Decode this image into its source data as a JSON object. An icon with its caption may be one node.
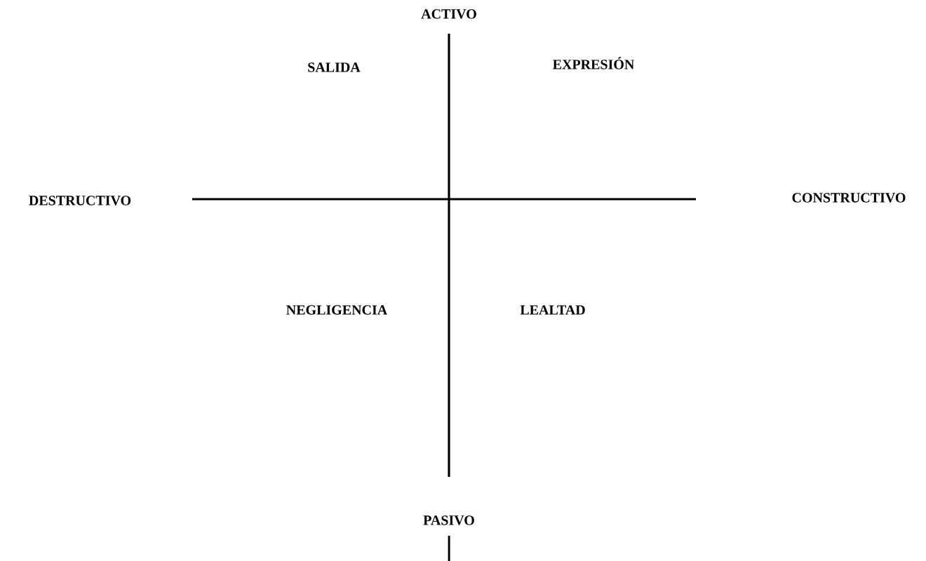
{
  "diagram": {
    "labels": [
      "ACTIVO",
      "SALIDA",
      "EXPRESIÓN",
      "DESTRUCTIVO",
      "CONSTRUCTIVO",
      "NEGLIGENCIA",
      "LEALTAD",
      "PASIVO"
    ]
  }
}
